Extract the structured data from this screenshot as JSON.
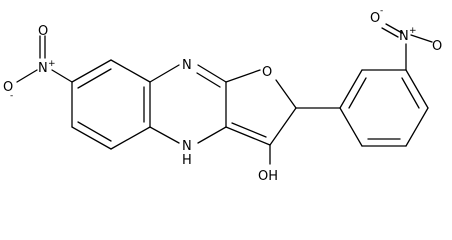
{
  "structure": {
    "atom_labels": {
      "nitro_left_o_minus": "O",
      "nitro_left_charge_minus": "-",
      "nitro_left_n": "N",
      "nitro_left_charge_plus": "+",
      "nitro_left_o_double": "O",
      "ring_n_top": "N",
      "furan_o": "O",
      "ring_nh_n": "N",
      "ring_nh_h": "H",
      "hydroxyl": "OH",
      "nitro_right_n": "N",
      "nitro_right_charge_plus": "+",
      "nitro_right_o_double": "O",
      "nitro_right_o_minus": "O",
      "nitro_right_charge_minus": "-"
    }
  }
}
